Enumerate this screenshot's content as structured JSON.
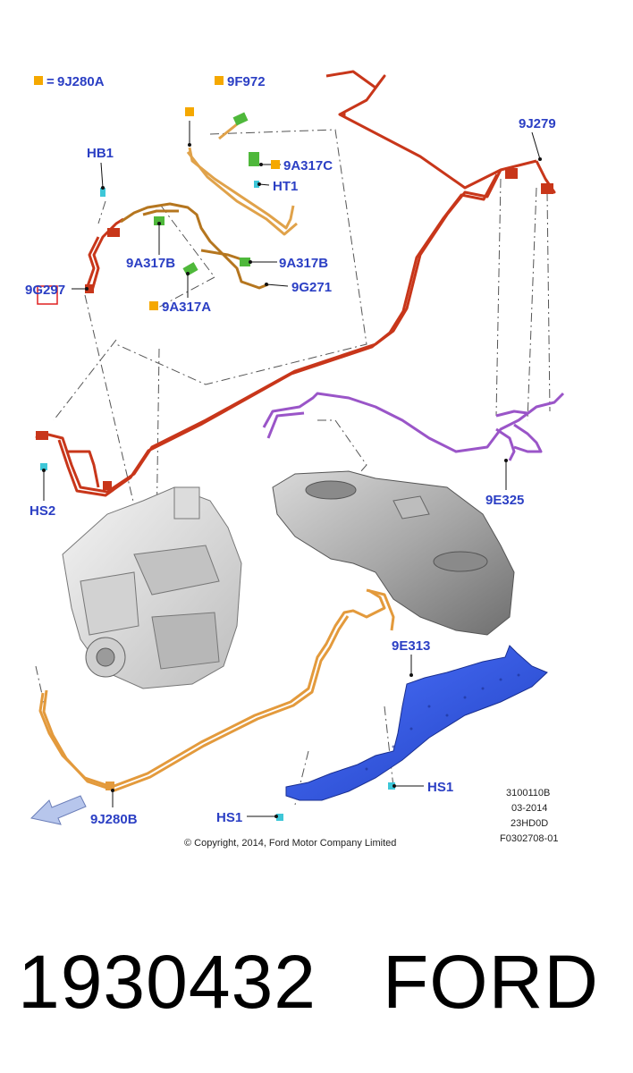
{
  "diagram": {
    "legend": {
      "symbol_color": "#f5a800",
      "equals": "=",
      "code": "9J280A"
    },
    "labels": {
      "l_9F972": "9F972",
      "l_9J279": "9J279",
      "l_HB1": "HB1",
      "l_9A317C": "9A317C",
      "l_HT1": "HT1",
      "l_9A317B_left": "9A317B",
      "l_9A317B_right": "9A317B",
      "l_9G297": "9G297",
      "l_9G271": "9G271",
      "l_9A317A": "9A317A",
      "l_HS2": "HS2",
      "l_9E325": "9E325",
      "l_9E313": "9E313",
      "l_HS1_right": "HS1",
      "l_HS1_left": "HS1",
      "l_9J280B": "9J280B"
    },
    "ref_codes": [
      "3100110B",
      "03-2014",
      "23HD0D",
      "F0302708-01"
    ],
    "copyright": "© Copyright, 2014, Ford Motor Company Limited",
    "colors": {
      "callout": "#2b3fc4",
      "red_line": "#c8361a",
      "orange_line": "#e39a3c",
      "purple_line": "#9a55c8",
      "shield_blue": "#2f55e0",
      "tank_gray": "#a9a9a9"
    }
  },
  "footer": {
    "part_number": "1930432",
    "brand": "FORD"
  }
}
